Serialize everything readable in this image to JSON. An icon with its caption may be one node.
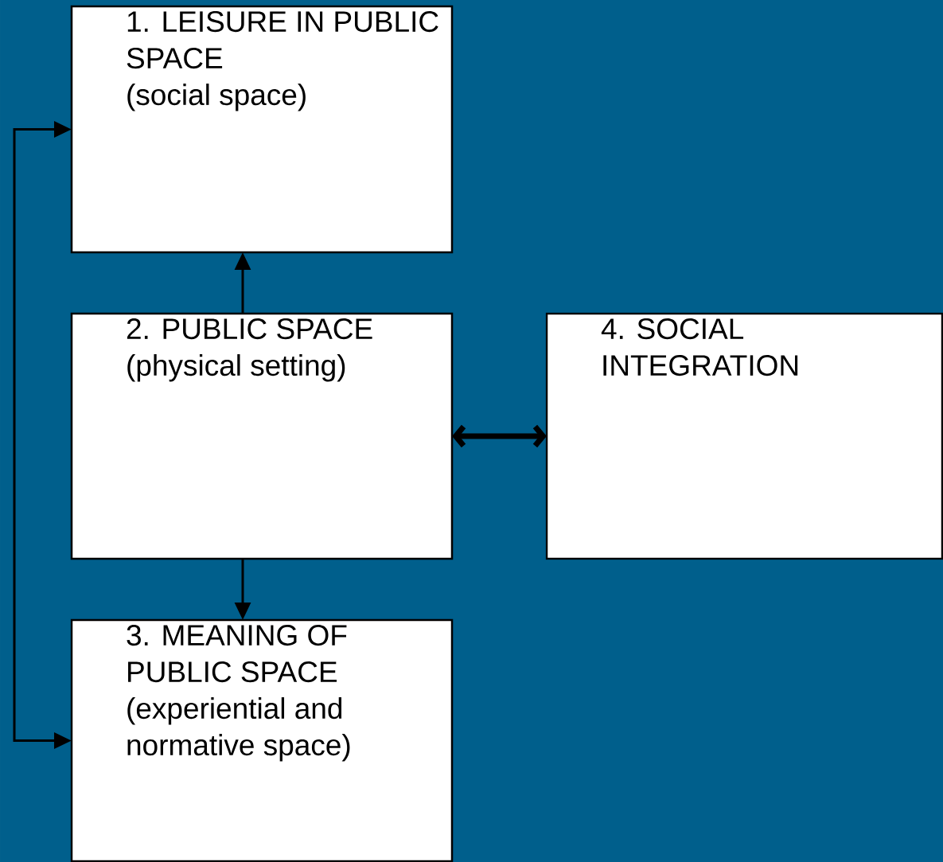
{
  "diagram": {
    "nodes": [
      {
        "text": [
          "1. LEISURE IN PUBLIC SPACE",
          "(social space)"
        ]
      },
      {
        "text": [
          "2. PUBLIC SPACE",
          "(physical setting)"
        ]
      },
      {
        "text": [
          "3. MEANING OF PUBLIC SPACE",
          "(experiential and normative space)"
        ]
      },
      {
        "text": [
          "4. SOCIAL INTEGRATION"
        ]
      }
    ],
    "edges": [
      {
        "from": 1,
        "to": 0,
        "arrow": "to"
      },
      {
        "from": 1,
        "to": 2,
        "arrow": "to"
      },
      {
        "from": 1,
        "to": 3,
        "arrow": "both",
        "style": "thick"
      },
      {
        "from": 0,
        "to": 2,
        "arrow": "both"
      }
    ]
  }
}
